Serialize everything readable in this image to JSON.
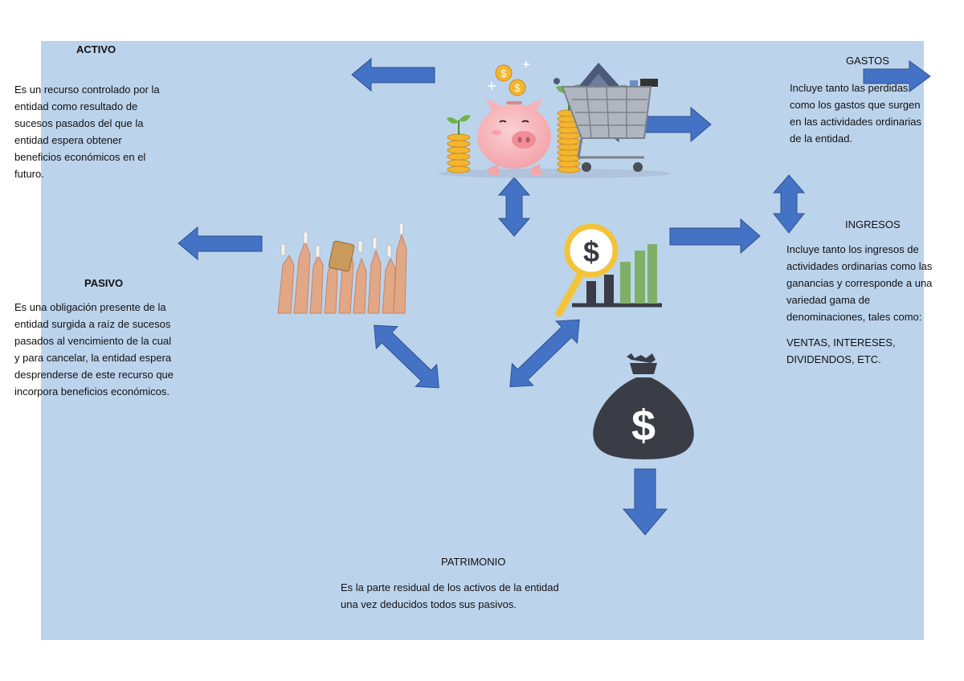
{
  "activo": {
    "title": "ACTIVO",
    "body": "Es un recurso controlado por la\nentidad como resultado de\nsucesos pasados del que la\nentidad espera obtener\nbeneficios económicos en el\nfuturo."
  },
  "pasivo": {
    "title": "PASIVO",
    "body": "Es una obligación presente de la\nentidad surgida a raíz de sucesos\npasados al vencimiento de la cual\ny para cancelar, la entidad espera\ndesprenderse de este recurso que\nincorpora beneficios económicos."
  },
  "gastos": {
    "title": "GASTOS",
    "body": "Incluye tanto las perdidas\ncomo los gastos que surgen\nen las actividades ordinarias\nde la entidad."
  },
  "ingresos": {
    "title": "INGRESOS",
    "body": "Incluye tanto los ingresos de\nactividades ordinarias como las\nganancias y corresponde a una\nvariedad gama de\ndenominaciones, tales como:",
    "examples": "VENTAS, INTERESES,\nDIVIDENDOS, ETC."
  },
  "patrimonio": {
    "title": "PATRIMONIO",
    "body": "Es la parte residual de los activos de la entidad\nuna vez deducidos todos sus pasivos."
  },
  "colors": {
    "background_panel": "#bcd3ec",
    "arrow_fill": "#4472c4",
    "arrow_stroke": "#2f528f"
  },
  "images": [
    "piggy-bank-coins-icon",
    "shopping-cart-icon",
    "raised-hands-with-cards-icon",
    "magnifier-dollar-chart-icon",
    "money-bag-icon"
  ]
}
